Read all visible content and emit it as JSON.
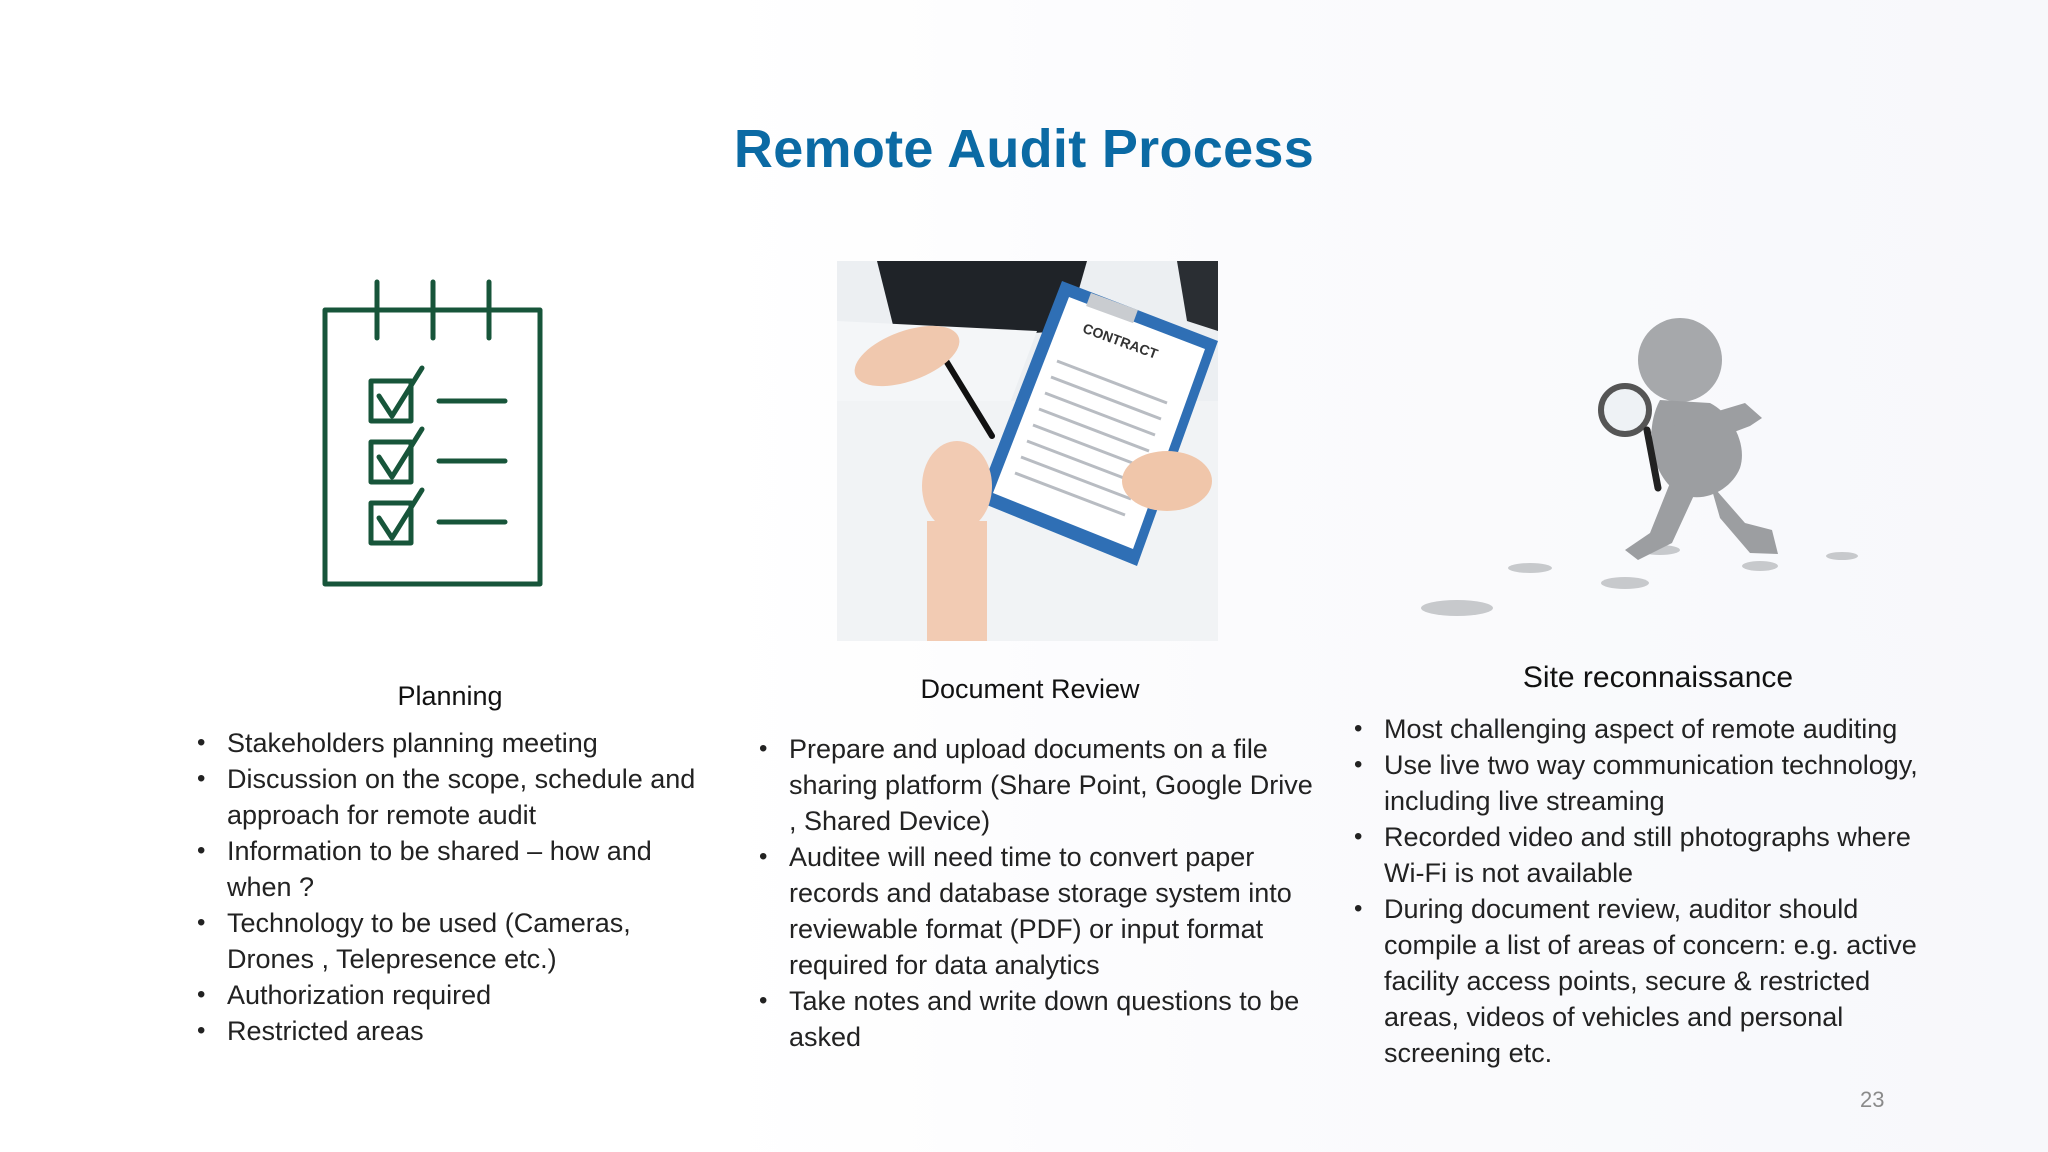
{
  "slide": {
    "title": "Remote Audit Process",
    "page_number": "23"
  },
  "columns": [
    {
      "heading": "Planning",
      "image": "checklist-icon",
      "bullets": [
        "Stakeholders planning meeting",
        "Discussion on the scope, schedule and approach for remote audit",
        "Information to be shared – how and when ?",
        "Technology to be used (Cameras, Drones , Telepresence etc.)",
        "Authorization required",
        "Restricted areas"
      ]
    },
    {
      "heading": "Document Review",
      "image": "contract-clipboard-photo",
      "image_text": "CONTRACT",
      "bullets": [
        "Prepare and upload documents on a file sharing platform (Share Point, Google Drive , Shared Device)",
        "Auditee will need time to convert paper records and database storage system into reviewable format (PDF) or input format required for data analytics",
        "Take notes  and write down questions to be asked"
      ]
    },
    {
      "heading": "Site reconnaissance",
      "image": "magnifying-glass-figure",
      "bullets": [
        "Most challenging aspect of remote auditing",
        "Use live two way communication technology, including live streaming",
        "Recorded video and still photographs where Wi-Fi is not available",
        "During document review, auditor should compile a list of areas of concern: e.g. active facility access points, secure & restricted areas, videos of vehicles and personal screening etc."
      ]
    }
  ],
  "colors": {
    "title": "#0b6aa4",
    "checklist": "#17553a",
    "clipboard": "#2f6fb5"
  }
}
